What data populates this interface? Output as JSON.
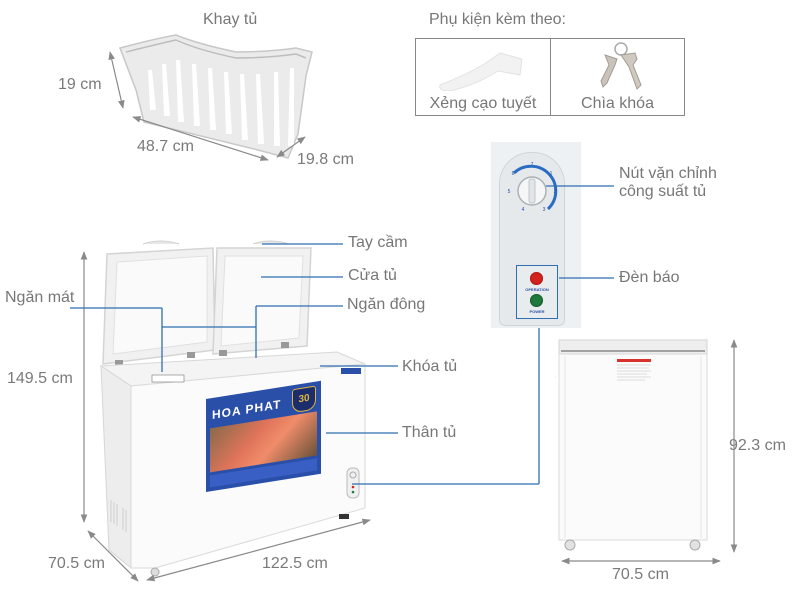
{
  "tray": {
    "title": "Khay tủ",
    "height": "19 cm",
    "length": "48.7 cm",
    "depth": "19.8 cm"
  },
  "accessories": {
    "title": "Phụ kiện kèm theo:",
    "items": [
      {
        "label": "Xẻng cạo tuyết",
        "icon": "ice-scraper-icon"
      },
      {
        "label": "Chìa khóa",
        "icon": "keys-icon"
      }
    ]
  },
  "control_panel": {
    "knob_label_line1": "Nút vặn chỉnh",
    "knob_label_line2": "công suất tủ",
    "lights_label": "Đèn báo",
    "dial_numbers": [
      "7",
      "1",
      "2",
      "3",
      "4",
      "5",
      "6"
    ],
    "operation_text": "OPERATION",
    "power_text": "POWER",
    "operation_color": "#d4231e",
    "power_color": "#1f7a3e"
  },
  "freezer": {
    "brand": "HOA PHAT",
    "badge_number": "30",
    "callouts": {
      "handle": "Tay cầm",
      "door": "Cửa tủ",
      "cool_compartment": "Ngăn mát",
      "freeze_compartment": "Ngăn đông",
      "lock": "Khóa tủ",
      "body": "Thân tủ"
    },
    "dimensions": {
      "height_open": "149.5 cm",
      "depth": "70.5 cm",
      "width": "122.5 cm"
    }
  },
  "side_view": {
    "height": "92.3 cm",
    "depth": "70.5 cm"
  },
  "colors": {
    "callout_line": "#2f6fb0",
    "dimension_arrow": "#8a8a8a",
    "panel_blue": "#2a4fa8"
  }
}
